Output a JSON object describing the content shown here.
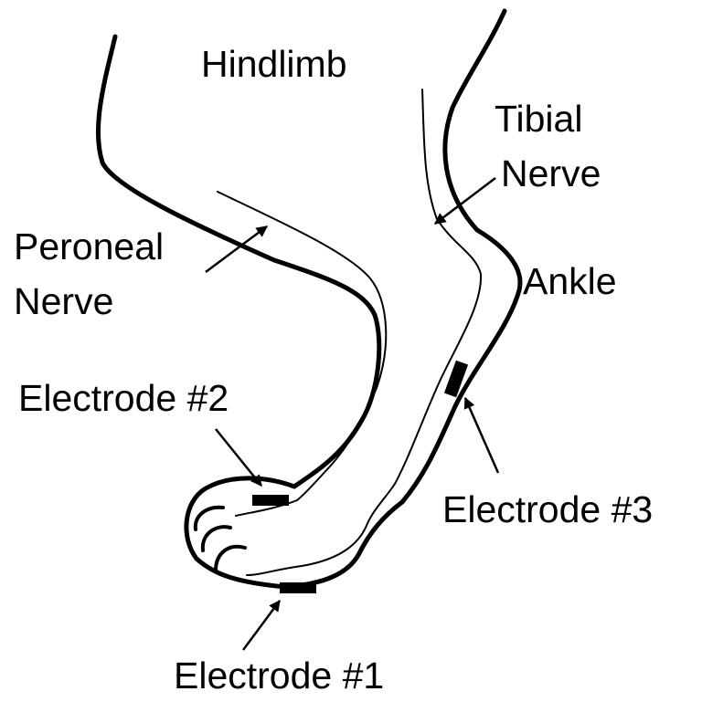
{
  "labels": {
    "hindlimb": "Hindlimb",
    "tibial_nerve_line1": "Tibial",
    "tibial_nerve_line2": "Nerve",
    "peroneal_nerve_line1": "Peroneal",
    "peroneal_nerve_line2": "Nerve",
    "ankle": "Ankle",
    "electrode_2": "Electrode #2",
    "electrode_3": "Electrode #3",
    "electrode_1": "Electrode #1"
  },
  "colors": {
    "ink": "#000000",
    "background": "#ffffff"
  }
}
